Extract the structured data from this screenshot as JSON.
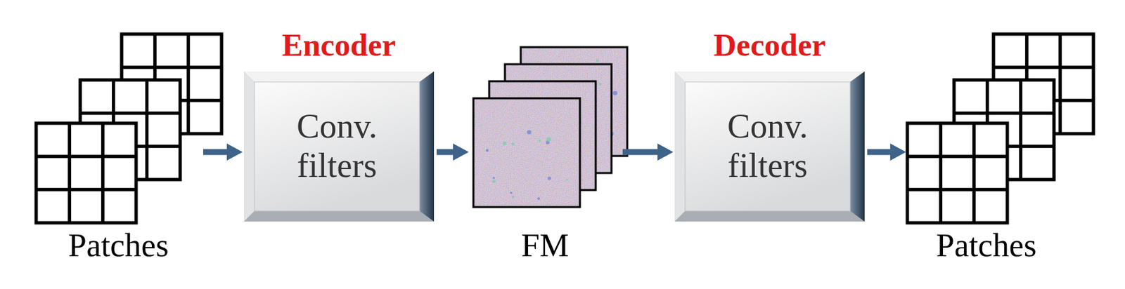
{
  "diagram": {
    "nodes": [
      {
        "text": [
          "Patches"
        ]
      },
      {
        "text": [
          "Encoder",
          "Conv. filters"
        ]
      },
      {
        "text": [
          "FM"
        ]
      },
      {
        "text": [
          "Decoder",
          "Conv. filters"
        ]
      },
      {
        "text": [
          "Patches"
        ]
      }
    ],
    "edges": [
      {
        "from": 0,
        "to": 1,
        "arrow": "to"
      },
      {
        "from": 1,
        "to": 2,
        "arrow": "to"
      },
      {
        "from": 2,
        "to": 3,
        "arrow": "to"
      },
      {
        "from": 3,
        "to": 4,
        "arrow": "to"
      }
    ]
  }
}
